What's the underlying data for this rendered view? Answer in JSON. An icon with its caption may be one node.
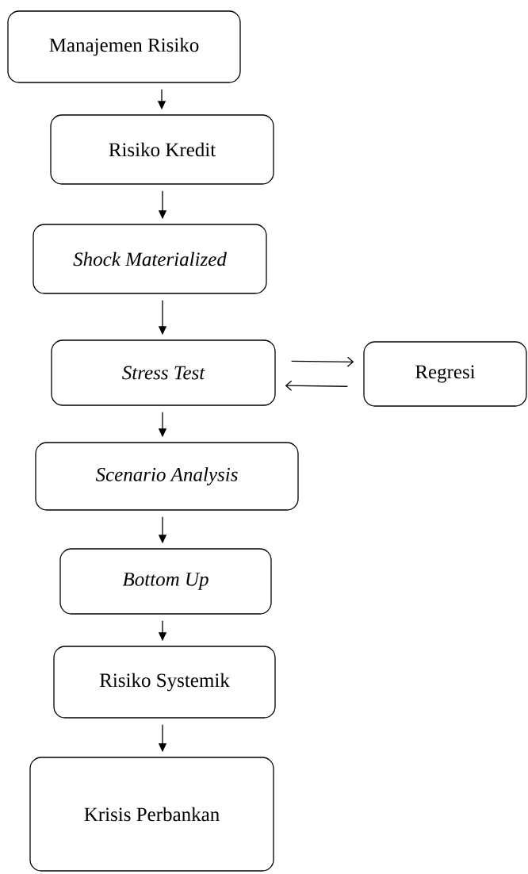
{
  "diagram": {
    "nodes": [
      {
        "text": [
          "Manajemen Risiko"
        ]
      },
      {
        "text": [
          "Risiko Kredit"
        ]
      },
      {
        "text": [
          "Shock Materialized"
        ]
      },
      {
        "text": [
          "Stress Test"
        ]
      },
      {
        "text": [
          "Regresi"
        ]
      },
      {
        "text": [
          "Scenario Analysis"
        ]
      },
      {
        "text": [
          "Bottom Up"
        ]
      },
      {
        "text": [
          "Risiko Systemik"
        ]
      },
      {
        "text": [
          "Krisis Perbankan"
        ]
      }
    ],
    "edges": [
      {
        "from": 0,
        "to": 1,
        "arrow": "to"
      },
      {
        "from": 1,
        "to": 2,
        "arrow": "to"
      },
      {
        "from": 2,
        "to": 3,
        "arrow": "to"
      },
      {
        "from": 3,
        "to": 4,
        "arrow": "to"
      },
      {
        "from": 4,
        "to": 3,
        "arrow": "to"
      },
      {
        "from": 3,
        "to": 5,
        "arrow": "to"
      },
      {
        "from": 5,
        "to": 6,
        "arrow": "to"
      },
      {
        "from": 6,
        "to": 7,
        "arrow": "to"
      },
      {
        "from": 7,
        "to": 8,
        "arrow": "to"
      }
    ]
  }
}
